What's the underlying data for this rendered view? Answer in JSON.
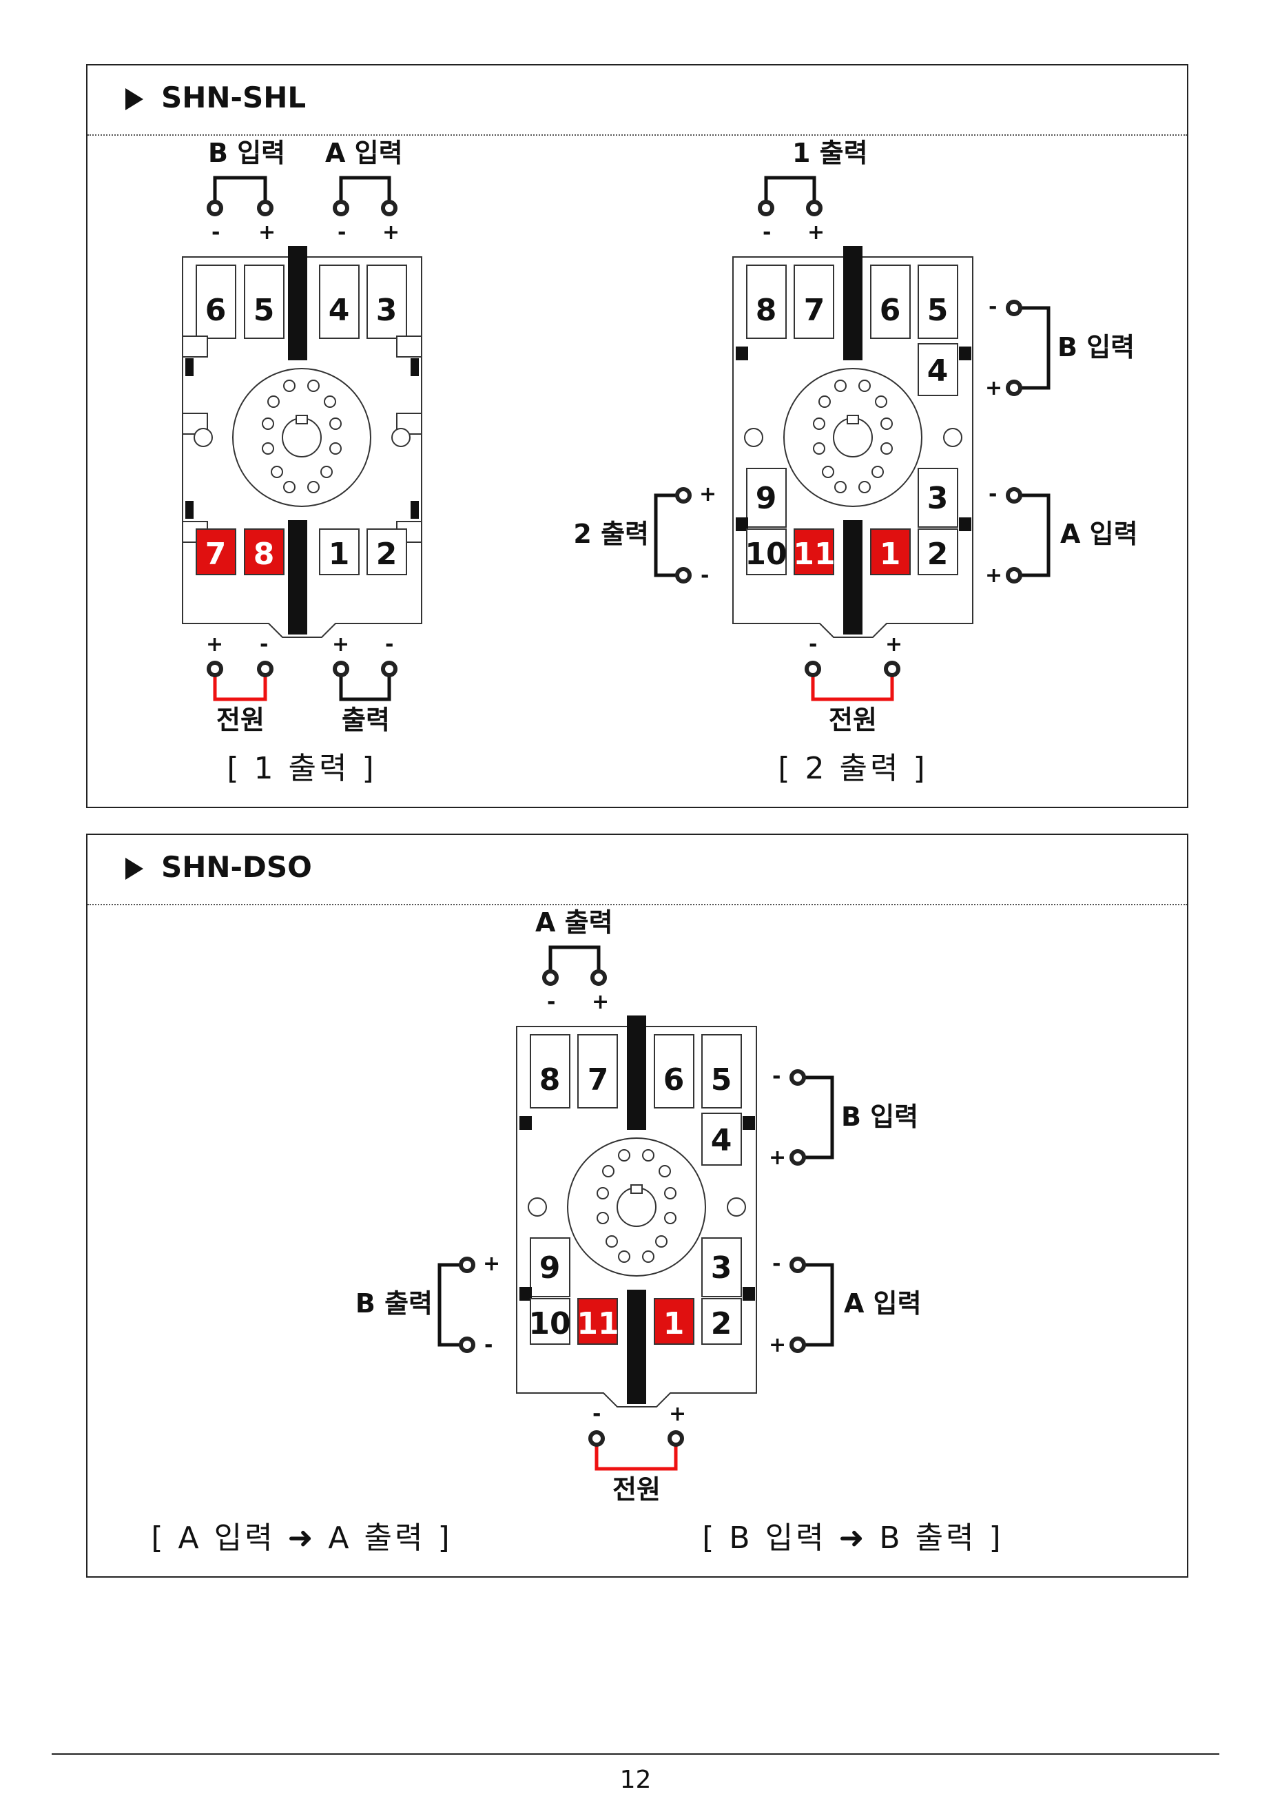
{
  "panels": {
    "shl": {
      "title": "SHN-SHL",
      "left": {
        "label_b_input": "B 입력",
        "label_a_input": "A 입력",
        "minus": "-",
        "plus": "+",
        "terminals": [
          "6",
          "5",
          "4",
          "3",
          "7",
          "8",
          "1",
          "2"
        ],
        "label_power": "전원",
        "label_output": "출력",
        "caption": "[ 1 출력 ]"
      },
      "right": {
        "label_output1": "1 출력",
        "label_b_input": "B 입력",
        "label_a_input": "A 입력",
        "label_output2": "2 출력",
        "minus": "-",
        "plus": "+",
        "terminals": [
          "8",
          "7",
          "6",
          "5",
          "4",
          "9",
          "3",
          "10",
          "11",
          "1",
          "2"
        ],
        "label_power": "전원",
        "caption": "[ 2 출력 ]"
      }
    },
    "dso": {
      "title": "SHN-DSO",
      "label_a_output": "A 출력",
      "label_b_input": "B 입력",
      "label_a_input": "A 입력",
      "label_b_output": "B 출력",
      "minus": "-",
      "plus": "+",
      "terminals": [
        "8",
        "7",
        "6",
        "5",
        "4",
        "9",
        "3",
        "10",
        "11",
        "1",
        "2"
      ],
      "label_power": "전원",
      "caption_left": "[ A 입력 ➜ A 출력 ]",
      "caption_right": "[ B 입력 ➜ B 출력 ]"
    }
  },
  "footer": {
    "page_number": "12"
  },
  "colors": {
    "highlight": "#e01010",
    "ink": "#111111"
  }
}
